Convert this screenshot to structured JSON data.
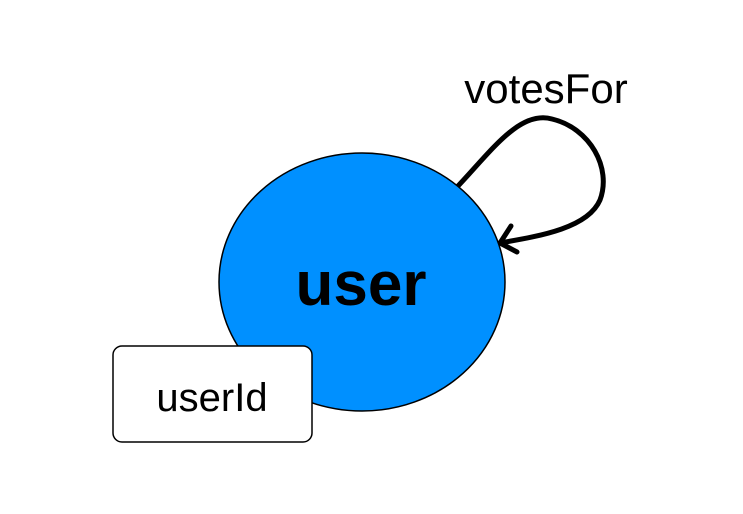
{
  "entity": {
    "label": "user",
    "fill_color": "#0090FF"
  },
  "relationship": {
    "label": "votesFor"
  },
  "attribute": {
    "label": "userId"
  }
}
